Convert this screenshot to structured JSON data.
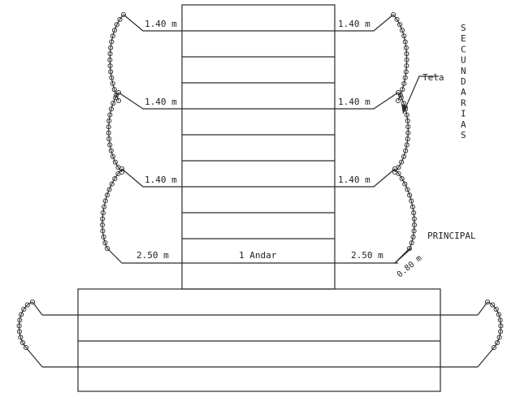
{
  "labels": {
    "upper_left": "1.40 m",
    "upper_right": "1.40 m",
    "mid_left": "1.40 m",
    "mid_right": "1.40 m",
    "low_left": "1.40 m",
    "low_right": "1.40 m",
    "base_left": "2.50 m",
    "base_right": "2.50 m",
    "floor": "1 Andar",
    "offset": "0.80 m",
    "net": "Tela",
    "principal": "PRINCIPAL",
    "secundarias_letters": [
      "S",
      "E",
      "C",
      "U",
      "N",
      "D",
      "A",
      "R",
      "I",
      "A",
      "S"
    ]
  },
  "colors": {
    "line": "#2a2a2a",
    "background": "#ffffff"
  },
  "icons": {
    "net_loop": "scalloped-net-edge"
  }
}
